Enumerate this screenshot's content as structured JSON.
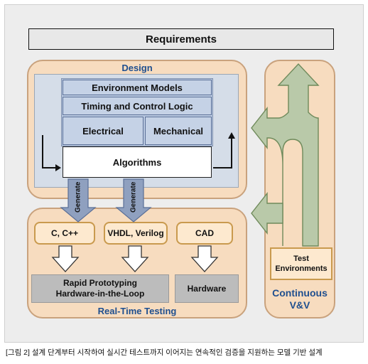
{
  "requirements": "Requirements",
  "design": {
    "title": "Design",
    "environment_models": "Environment Models",
    "timing_control": "Timing and Control Logic",
    "electrical": "Electrical",
    "mechanical": "Mechanical",
    "algorithms": "Algorithms"
  },
  "generate_labels": [
    "Generate",
    "Generate"
  ],
  "real_time_testing": {
    "title": "Real-Time Testing",
    "tools": [
      "C, C++",
      "VHDL, Verilog",
      "CAD"
    ],
    "rapid_prototyping_line1": "Rapid Prototyping",
    "rapid_prototyping_line2": "Hardware-in-the-Loop",
    "hardware": "Hardware"
  },
  "vv": {
    "test_env_line1": "Test",
    "test_env_line2": "Environments",
    "title_line1": "Continuous",
    "title_line2": "V&V"
  },
  "caption": "[그림 2] 설계 단계부터 시작하여 실시간 테스트까지 이어지는 연속적인 검증을 지원하는 모델 기반 설계",
  "colors": {
    "panel_fill": "#f7dcbf",
    "panel_border": "#c9a27d",
    "title_blue": "#1f4f8f",
    "generate_arrow": "#8fa0bf",
    "vv_arrow": "#b9c9a9"
  }
}
